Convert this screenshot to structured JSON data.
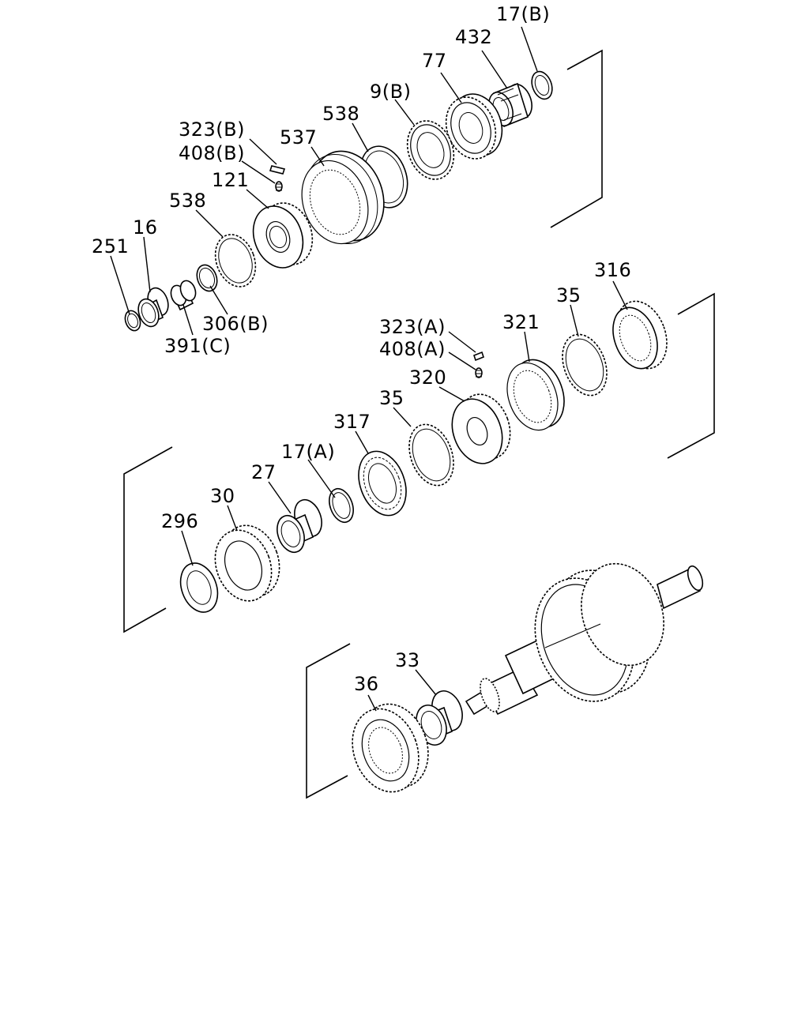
{
  "labels": {
    "p17b": "17(B)",
    "p432": "432",
    "p77": "77",
    "p9b": "9(B)",
    "p538a": "538",
    "p537": "537",
    "p323b": "323(B)",
    "p408b": "408(B)",
    "p121": "121",
    "p538b": "538",
    "p16": "16",
    "p251": "251",
    "p306b": "306(B)",
    "p391c": "391(C)",
    "p316": "316",
    "p35a": "35",
    "p321": "321",
    "p323a": "323(A)",
    "p408a": "408(A)",
    "p320": "320",
    "p35b": "35",
    "p317": "317",
    "p17a": "17(A)",
    "p27": "27",
    "p30": "30",
    "p296": "296",
    "p33": "33",
    "p36": "36"
  }
}
